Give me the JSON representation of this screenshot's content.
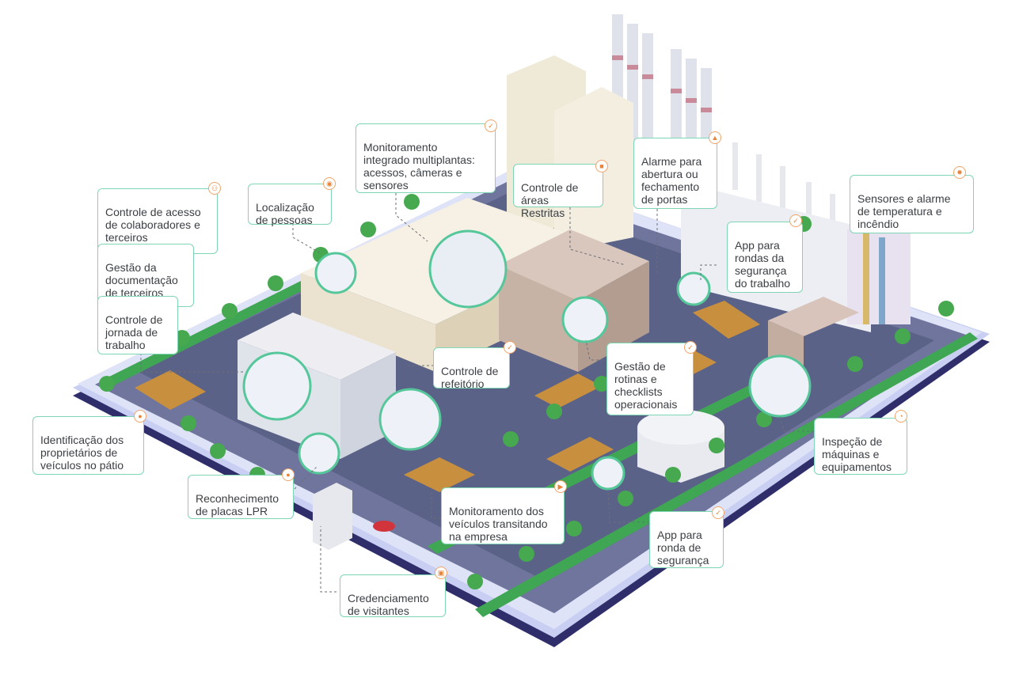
{
  "colors": {
    "accent": "#7fd6b4",
    "icon": "#e8843a",
    "platform": "#c7cdf0",
    "platform_edge": "#3b3a7a",
    "road": "#5b6287",
    "grass": "#3fa653",
    "building": "#f1ecdf",
    "truck": "#c8903e",
    "text": "#3b3f44"
  },
  "callouts": [
    {
      "key": "acesso",
      "text": "Controle de acesso\nde colaboradores e\nterceiros",
      "icon": "people-icon"
    },
    {
      "key": "documentacao",
      "text": "Gestão da\ndocumentação\nde terceiros",
      "icon": ""
    },
    {
      "key": "jornada",
      "text": "Controle de\njornada de\ntrabalho",
      "icon": ""
    },
    {
      "key": "localizacao",
      "text": "Localização\nde pessoas",
      "icon": "location-icon"
    },
    {
      "key": "monitoramento",
      "text": "Monitoramento\nintegrado multiplantas:\nacessos, câmeras e\nsensores",
      "icon": "shield-check-icon"
    },
    {
      "key": "areas",
      "text": "Controle de\náreas Restritas",
      "icon": "lock-icon"
    },
    {
      "key": "alarme",
      "text": "Alarme para\nabertura ou\nfechamento\nde portas",
      "icon": "bell-icon"
    },
    {
      "key": "sensores",
      "text": "Sensores e alarme\nde temperatura e\nincêndio",
      "icon": "fire-sensor-icon"
    },
    {
      "key": "rondas_trabalho",
      "text": "App para\nrondas da\nsegurança\ndo trabalho",
      "icon": "shield-check-icon"
    },
    {
      "key": "refeitorio",
      "text": "Controle de\nrefeitório",
      "icon": "shield-check-icon"
    },
    {
      "key": "rotinas",
      "text": "Gestão de\nrotinas e\nchecklists\noperacionais",
      "icon": "shield-check-icon"
    },
    {
      "key": "identificacao",
      "text": "Identificação dos\nproprietários de\nveículos no pátio",
      "icon": "car-icon"
    },
    {
      "key": "lpr",
      "text": "Reconhecimento\nde placas LPR",
      "icon": "car-icon"
    },
    {
      "key": "veiculos",
      "text": "Monitoramento dos\nveículos transitando\nna empresa",
      "icon": "truck-icon"
    },
    {
      "key": "ronda_seguranca",
      "text": "App para\nronda de\nsegurança",
      "icon": "shield-check-icon"
    },
    {
      "key": "inspecao",
      "text": "Inspeção de\nmáquinas e\nequipamentos",
      "icon": "gauge-icon"
    },
    {
      "key": "visitantes",
      "text": "Credenciamento\nde visitantes",
      "icon": "id-card-icon"
    }
  ]
}
